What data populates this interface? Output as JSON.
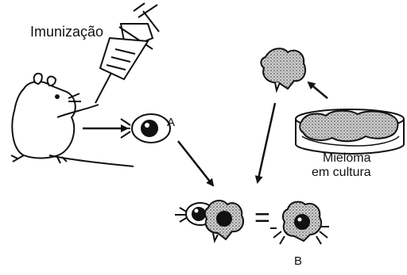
{
  "labels": {
    "immunization": "Imunização",
    "cell_a": "A",
    "cell_b": "B",
    "myeloma_line1": "Mieloma",
    "myeloma_line2": "em cultura",
    "equals": "="
  },
  "colors": {
    "stroke": "#111111",
    "stipple": "#9a9a9a",
    "background": "#ffffff"
  }
}
